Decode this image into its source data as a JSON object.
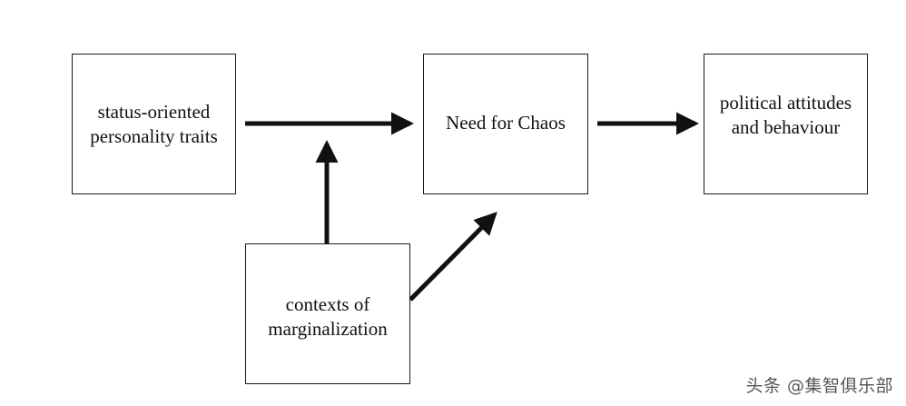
{
  "diagram": {
    "boxes": {
      "status": "status-oriented personality traits",
      "chaos": "Need for Chaos",
      "political": "political attitudes and behaviour",
      "contexts": "contexts of marginalization"
    },
    "watermark": "头条 @集智俱乐部"
  },
  "colors": {
    "stroke": "#111111",
    "background": "#ffffff"
  }
}
